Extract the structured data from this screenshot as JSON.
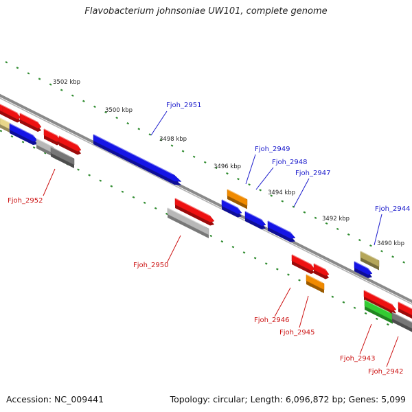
{
  "title": "Flavobacterium johnsoniae UW101, complete genome",
  "footer": {
    "accession": "Accession: NC_009441",
    "summary": "Topology: circular; Length: 6,096,872 bp; Genes: 5,099"
  },
  "colors": {
    "backbone": "#8a8a8a",
    "ruler_dots": "#2e8b2e",
    "forward_label": "#1a1acc",
    "reverse_label": "#cc1111",
    "gene_blue": "#1515e6",
    "gene_red": "#ee1111",
    "gene_gray": "#b8b8b8",
    "gene_darkgray": "#777777",
    "gene_orange": "#f08a00",
    "gene_olive": "#b5a65a",
    "gene_green": "#33cc33",
    "gene_yellow": "#e8d68a"
  },
  "kbp_ticks": [
    "3502 kbp",
    "3500 kbp",
    "3498 kbp",
    "3496 kbp",
    "3494 kbp",
    "3492 kbp",
    "3490 kbp"
  ],
  "gene_labels": [
    {
      "name": "Fjoh_2951",
      "strand": "forward"
    },
    {
      "name": "Fjoh_2949",
      "strand": "forward"
    },
    {
      "name": "Fjoh_2948",
      "strand": "forward"
    },
    {
      "name": "Fjoh_2947",
      "strand": "forward"
    },
    {
      "name": "Fjoh_2944",
      "strand": "forward"
    },
    {
      "name": "Fjoh_2952",
      "strand": "reverse"
    },
    {
      "name": "Fjoh_2950",
      "strand": "reverse"
    },
    {
      "name": "Fjoh_2946",
      "strand": "reverse"
    },
    {
      "name": "Fjoh_2945",
      "strand": "reverse"
    },
    {
      "name": "Fjoh_2943",
      "strand": "reverse"
    },
    {
      "name": "Fjoh_2942",
      "strand": "reverse"
    }
  ]
}
